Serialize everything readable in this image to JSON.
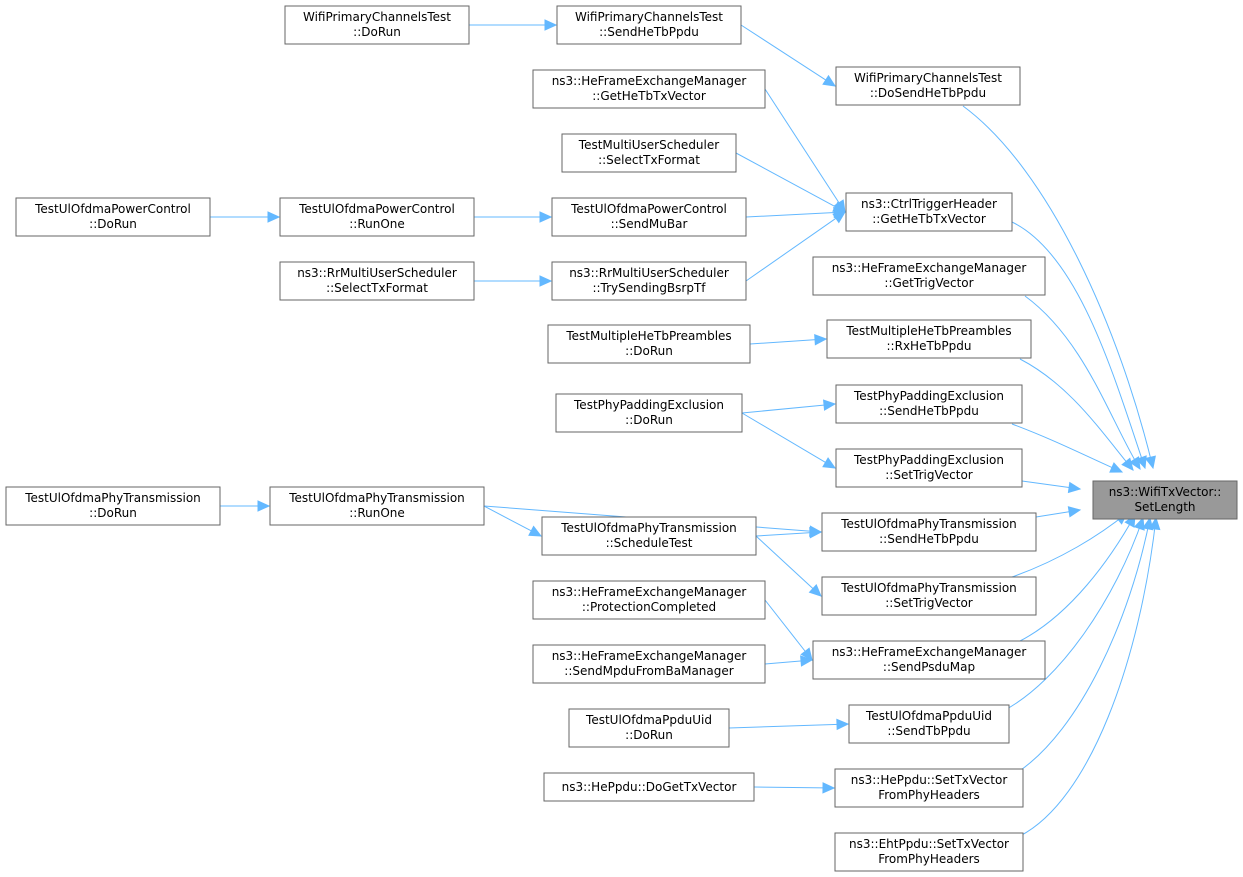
{
  "diagram": {
    "nodes": {
      "target": [
        "ns3::WifiTxVector::",
        "SetLength"
      ],
      "wpct_dorun": [
        "WifiPrimaryChannelsTest",
        "::DoRun"
      ],
      "wpct_sendhetb": [
        "WifiPrimaryChannelsTest",
        "::SendHeTbPpdu"
      ],
      "wpct_dosendhetb": [
        "WifiPrimaryChannelsTest",
        "::DoSendHeTbPpdu"
      ],
      "hfem_gethetbtxvector": [
        "ns3::HeFrameExchangeManager",
        "::GetHeTbTxVector"
      ],
      "tmus_selecttxformat": [
        "TestMultiUserScheduler",
        "::SelectTxFormat"
      ],
      "ctrltrigger_gethetbtxvector": [
        "ns3::CtrlTriggerHeader",
        "::GetHeTbTxVector"
      ],
      "tuopc_dorun": [
        "TestUlOfdmaPowerControl",
        "::DoRun"
      ],
      "tuopc_runone": [
        "TestUlOfdmaPowerControl",
        "::RunOne"
      ],
      "tuopc_sendmubar": [
        "TestUlOfdmaPowerControl",
        "::SendMuBar"
      ],
      "rrmus_selecttxformat": [
        "ns3::RrMultiUserScheduler",
        "::SelectTxFormat"
      ],
      "rrmus_trysendingbsrptf": [
        "ns3::RrMultiUserScheduler",
        "::TrySendingBsrpTf"
      ],
      "hfem_gettrigvector": [
        "ns3::HeFrameExchangeManager",
        "::GetTrigVector"
      ],
      "tmhtp_dorun": [
        "TestMultipleHeTbPreambles",
        "::DoRun"
      ],
      "tmhtp_rxhetbppdu": [
        "TestMultipleHeTbPreambles",
        "::RxHeTbPpdu"
      ],
      "tppe_dorun": [
        "TestPhyPaddingExclusion",
        "::DoRun"
      ],
      "tppe_sendhetbppdu": [
        "TestPhyPaddingExclusion",
        "::SendHeTbPpdu"
      ],
      "tppe_settrigvector": [
        "TestPhyPaddingExclusion",
        "::SetTrigVector"
      ],
      "tuopt_dorun": [
        "TestUlOfdmaPhyTransmission",
        "::DoRun"
      ],
      "tuopt_runone": [
        "TestUlOfdmaPhyTransmission",
        "::RunOne"
      ],
      "tuopt_scheduletest": [
        "TestUlOfdmaPhyTransmission",
        "::ScheduleTest"
      ],
      "tuopt_sendhetbppdu": [
        "TestUlOfdmaPhyTransmission",
        "::SendHeTbPpdu"
      ],
      "tuopt_settrigvector": [
        "TestUlOfdmaPhyTransmission",
        "::SetTrigVector"
      ],
      "hfem_protectioncompleted": [
        "ns3::HeFrameExchangeManager",
        "::ProtectionCompleted"
      ],
      "hfem_sendmpdufrombamanager": [
        "ns3::HeFrameExchangeManager",
        "::SendMpduFromBaManager"
      ],
      "hfem_sendpsdumap": [
        "ns3::HeFrameExchangeManager",
        "::SendPsduMap"
      ],
      "tuopu_dorun": [
        "TestUlOfdmaPpduUid",
        "::DoRun"
      ],
      "tuopu_sendtbppdu": [
        "TestUlOfdmaPpduUid",
        "::SendTbPpdu"
      ],
      "heppdu_dogettxvector": [
        "ns3::HePpdu::DoGetTxVector"
      ],
      "heppdu_settxvector": [
        "ns3::HePpdu::SetTxVector",
        "FromPhyHeaders"
      ],
      "ehtppdu_settxvector": [
        "ns3::EhtPpdu::SetTxVector",
        "FromPhyHeaders"
      ]
    },
    "edges": [
      [
        "wpct_dorun",
        "wpct_sendhetb"
      ],
      [
        "wpct_sendhetb",
        "wpct_dosendhetb"
      ],
      [
        "wpct_dosendhetb",
        "target"
      ],
      [
        "hfem_gethetbtxvector",
        "ctrltrigger_gethetbtxvector"
      ],
      [
        "tmus_selecttxformat",
        "ctrltrigger_gethetbtxvector"
      ],
      [
        "tuopc_dorun",
        "tuopc_runone"
      ],
      [
        "tuopc_runone",
        "tuopc_sendmubar"
      ],
      [
        "tuopc_sendmubar",
        "ctrltrigger_gethetbtxvector"
      ],
      [
        "rrmus_selecttxformat",
        "rrmus_trysendingbsrptf"
      ],
      [
        "rrmus_trysendingbsrptf",
        "ctrltrigger_gethetbtxvector"
      ],
      [
        "ctrltrigger_gethetbtxvector",
        "target"
      ],
      [
        "hfem_gettrigvector",
        "target"
      ],
      [
        "tmhtp_dorun",
        "tmhtp_rxhetbppdu"
      ],
      [
        "tmhtp_rxhetbppdu",
        "target"
      ],
      [
        "tppe_dorun",
        "tppe_sendhetbppdu"
      ],
      [
        "tppe_dorun",
        "tppe_settrigvector"
      ],
      [
        "tppe_sendhetbppdu",
        "target"
      ],
      [
        "tppe_settrigvector",
        "target"
      ],
      [
        "tuopt_dorun",
        "tuopt_runone"
      ],
      [
        "tuopt_runone",
        "tuopt_sendhetbppdu"
      ],
      [
        "tuopt_runone",
        "tuopt_scheduletest"
      ],
      [
        "tuopt_scheduletest",
        "tuopt_sendhetbppdu"
      ],
      [
        "tuopt_scheduletest",
        "tuopt_settrigvector"
      ],
      [
        "tuopt_sendhetbppdu",
        "target"
      ],
      [
        "tuopt_settrigvector",
        "target"
      ],
      [
        "hfem_protectioncompleted",
        "hfem_sendpsdumap"
      ],
      [
        "hfem_sendmpdufrombamanager",
        "hfem_sendpsdumap"
      ],
      [
        "hfem_sendpsdumap",
        "target"
      ],
      [
        "tuopu_dorun",
        "tuopu_sendtbppdu"
      ],
      [
        "tuopu_sendtbppdu",
        "target"
      ],
      [
        "heppdu_dogettxvector",
        "heppdu_settxvector"
      ],
      [
        "heppdu_settxvector",
        "target"
      ],
      [
        "ehtppdu_settxvector",
        "target"
      ]
    ]
  }
}
